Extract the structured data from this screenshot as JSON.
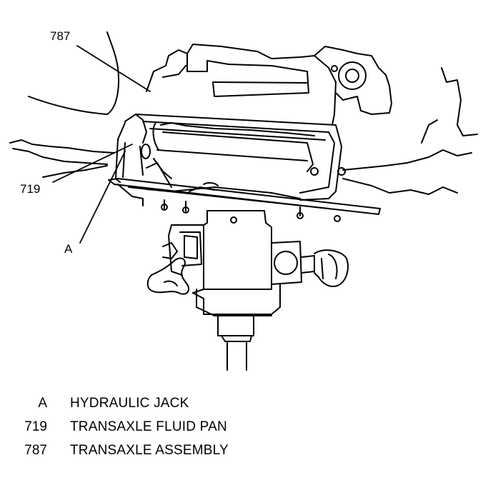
{
  "callouts": {
    "c787": "787",
    "c719": "719",
    "cA": "A"
  },
  "legend": [
    {
      "key": "A",
      "desc": "HYDRAULIC JACK"
    },
    {
      "key": "719",
      "desc": "TRANSAXLE FLUID PAN"
    },
    {
      "key": "787",
      "desc": "TRANSAXLE ASSEMBLY"
    }
  ],
  "colors": {
    "ink": "#000000",
    "paper": "#ffffff"
  }
}
